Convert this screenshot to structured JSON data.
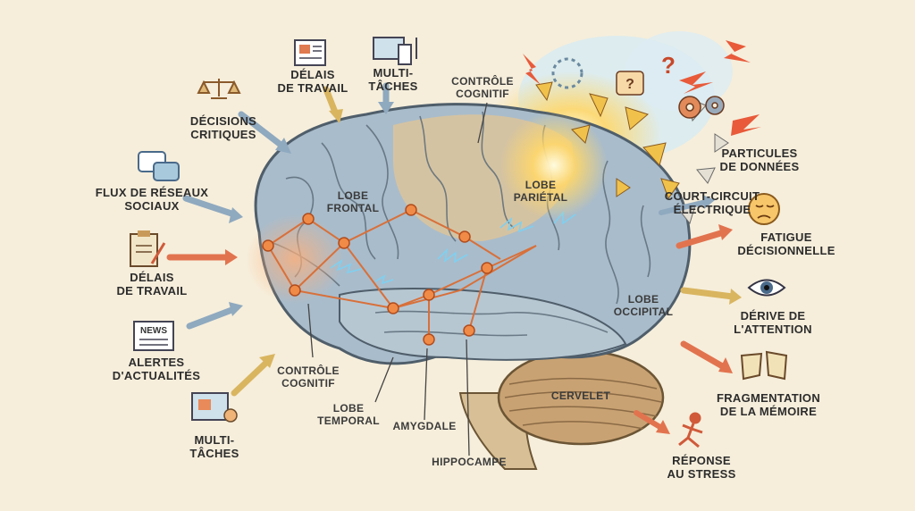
{
  "colors": {
    "background": "#f6eedb",
    "brain_blue": "#9fb6c3",
    "brain_tan": "#d8c39c",
    "neural_orange": "#ef8a4a",
    "spark_blue": "#7fd0f0",
    "explosion_yellow": "#ffd76a",
    "arrow_blue": "#8fa9bf",
    "arrow_orange": "#e2734f",
    "arrow_yellow": "#d9b560"
  },
  "inputs": [
    {
      "id": "decisions",
      "label": "DÉCISIONS\nCRITIQUES",
      "icon": "scales-icon"
    },
    {
      "id": "deadlines_top",
      "label": "DÉLAIS\nDE TRAVAIL",
      "icon": "newspaper-icon"
    },
    {
      "id": "multitask_top",
      "label": "MULTI-TÂCHES",
      "icon": "devices-icon"
    },
    {
      "id": "social",
      "label": "FLUX DE RÉSEAUX\nSOCIAUX",
      "icon": "chat-bubbles-icon"
    },
    {
      "id": "deadlines_left",
      "label": "DÉLAIS\nDE TRAVAIL",
      "icon": "clipboard-icon"
    },
    {
      "id": "news",
      "label": "ALERTES\nD'ACTUALITÉS",
      "icon": "news-icon",
      "icon_text": "NEWS"
    },
    {
      "id": "multitask_left",
      "label": "MULTI-TÂCHES",
      "icon": "tablet-touch-icon"
    }
  ],
  "brain_regions": [
    {
      "id": "control_top",
      "label": "CONTRÔLE\nCOGNITIF"
    },
    {
      "id": "frontal",
      "label": "LOBE\nFRONTAL"
    },
    {
      "id": "parietal",
      "label": "LOBE\nPARIÉTAL"
    },
    {
      "id": "occipital",
      "label": "LOBE\nOCCIPITAL"
    },
    {
      "id": "control_bottom",
      "label": "CONTRÔLE\nCOGNITIF"
    },
    {
      "id": "temporal",
      "label": "LOBE\nTEMPORAL"
    },
    {
      "id": "amygdala",
      "label": "AMYGDALE"
    },
    {
      "id": "hippocampus",
      "label": "HIPPOCAMPE"
    },
    {
      "id": "cerebellum",
      "label": "CERVELET"
    }
  ],
  "outputs": [
    {
      "id": "particles",
      "label": "PARTICULES\nDE DONNÉES"
    },
    {
      "id": "short_circuit",
      "label": "COURT-CIRCUIT\nÉLECTRIQUE"
    },
    {
      "id": "fatigue",
      "label": "FATIGUE\nDÉCISIONNELLE",
      "icon": "tired-face-icon"
    },
    {
      "id": "drift",
      "label": "DÉRIVE DE\nL'ATTENTION",
      "icon": "eye-icon"
    },
    {
      "id": "fragmentation",
      "label": "FRAGMENTATION\nDE LA MÉMOIRE",
      "icon": "torn-paper-icon"
    },
    {
      "id": "stress",
      "label": "RÉPONSE\nAU STRESS",
      "icon": "running-person-icon"
    }
  ],
  "explosion_symbols": [
    "?",
    "?"
  ]
}
